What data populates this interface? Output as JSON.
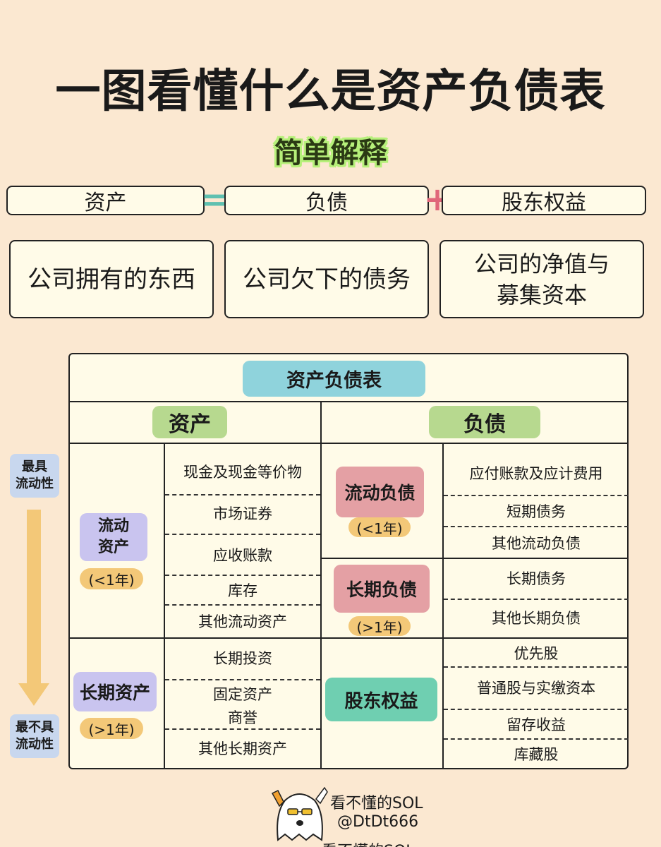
{
  "title": "一图看懂什么是资产负债表",
  "subtitle": "简单解释",
  "equation": {
    "assets": "资产",
    "liabilities": "负债",
    "equity": "股东权益",
    "equals": "=",
    "plus": "+"
  },
  "descriptions": {
    "assets": "公司拥有的东西",
    "liabilities": "公司欠下的债务",
    "equity_line1": "公司的净值与",
    "equity_line2": "募集资本"
  },
  "sheet": {
    "title": "资产负债表",
    "assets_header": "资产",
    "liabilities_header": "负债",
    "current_assets": {
      "label_line1": "流动",
      "label_line2": "资产",
      "term": "(<1年)"
    },
    "long_term_assets": {
      "label": "长期资产",
      "term": "(>1年)"
    },
    "current_liabilities": {
      "label": "流动负债",
      "term": "(<1年)"
    },
    "long_term_liabilities": {
      "label": "长期负债",
      "term": "(>1年)"
    },
    "equity": {
      "label": "股东权益"
    },
    "current_asset_items": [
      "现金及现金等价物",
      "市场证券",
      "应收账款",
      "库存",
      "其他流动资产"
    ],
    "long_term_asset_items": [
      "长期投资",
      "固定资产",
      "商誉",
      "其他长期资产"
    ],
    "current_liability_items": [
      "应付账款及应计费用",
      "短期债务",
      "其他流动负债"
    ],
    "long_term_liability_items": [
      "长期债务",
      "其他长期负债"
    ],
    "equity_items": [
      "优先股",
      "普通股与实缴资本",
      "留存收益",
      "库藏股"
    ]
  },
  "liquidity": {
    "most_line1": "最具",
    "most_line2": "流动性",
    "least_line1": "最不具",
    "least_line2": "流动性"
  },
  "watermark": {
    "name": "看不懂的SOL",
    "handle": "@DtDt666",
    "name_repeat": "看不懂的SOL"
  },
  "colors": {
    "background": "#fbe8d1",
    "sheet_title_bg": "#8fd3dc",
    "section_header_bg": "#b7d98f",
    "current_assets_bg": "#c9c4ef",
    "liabilities_bg": "#e4a0a4",
    "equity_bg": "#6fcfb1",
    "term_bg": "#f3c878",
    "arrow": "#f3c878"
  }
}
